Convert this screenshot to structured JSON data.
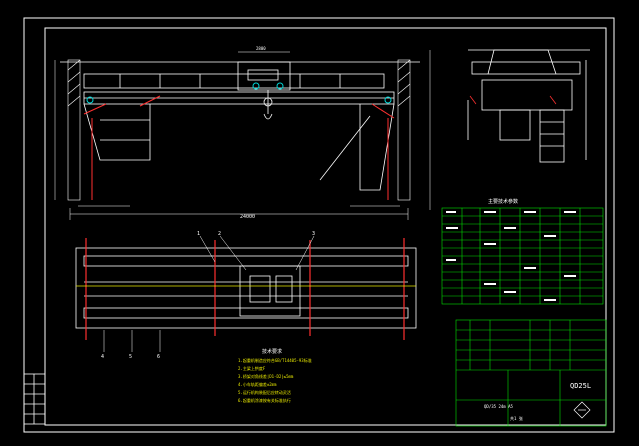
{
  "title_block": {
    "drawing_code": "QD25L",
    "model_line": "QD/35  24m  A5",
    "sheet": "共1 张"
  },
  "tech_notes": {
    "heading": "技术要求",
    "lines": [
      "1.起重机制造应符合GB/T14405-93标准",
      "2.主梁上拱度F",
      "3.桥架对角线差|D1-D2|≤5mm",
      "4.小车轨距偏差±2mm",
      "5.运行机构装配后应转动灵活",
      "6.起重机涂漆按有关标准执行"
    ]
  },
  "plan_balloons": [
    "1",
    "2",
    "3",
    "4",
    "5",
    "6"
  ],
  "param_table": {
    "heading": "主要技术参数"
  },
  "dimensions": {
    "main_span": "24000",
    "trolley_width": "2800"
  },
  "colors": {
    "frame": "#ffffff",
    "red": "#ff3030",
    "green": "#00e000",
    "yellow": "#e8e800",
    "cyan": "#00d8d8"
  }
}
